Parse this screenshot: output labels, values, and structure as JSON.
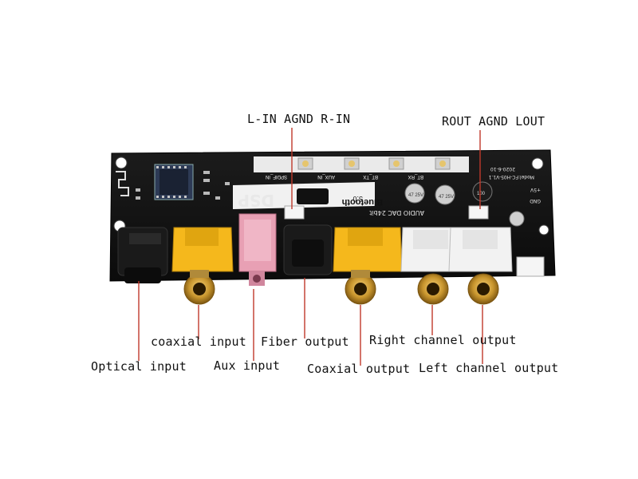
{
  "top_labels": {
    "input_header": "L-IN AGND R-IN",
    "output_header": "ROUT AGND LOUT"
  },
  "board_silkscreen": {
    "logo": "DSP",
    "bluetooth_title": "Bluetooth",
    "bluetooth_version": "5.0",
    "dac_text": "AUDIO DAC 24bit",
    "model": "Model:FC-H05-V1.1",
    "date": "2020-6-10",
    "button_labels": [
      "SPDIF_IN",
      "AUX_IN",
      "BT_TX",
      "BT_RX"
    ],
    "power_labels": [
      "+5V",
      "GND"
    ],
    "capacitor_labels": [
      "47 25V",
      "47 25V",
      "100"
    ]
  },
  "callouts": {
    "optical_input": "Optical input",
    "coaxial_input": "coaxial input",
    "aux_input": "Aux input",
    "fiber_output": "Fiber output",
    "coaxial_output": "Coaxial output",
    "right_channel_output": "Right channel output",
    "left_channel_output": "Left channel output"
  },
  "colors": {
    "pcb": "#121212",
    "lead_line": "#c0392b",
    "yellow_connector": "#f5b81c",
    "pink_connector": "#e8a0b4",
    "white_connector": "#f2f2f2",
    "gold_rca": "#c9962e"
  }
}
